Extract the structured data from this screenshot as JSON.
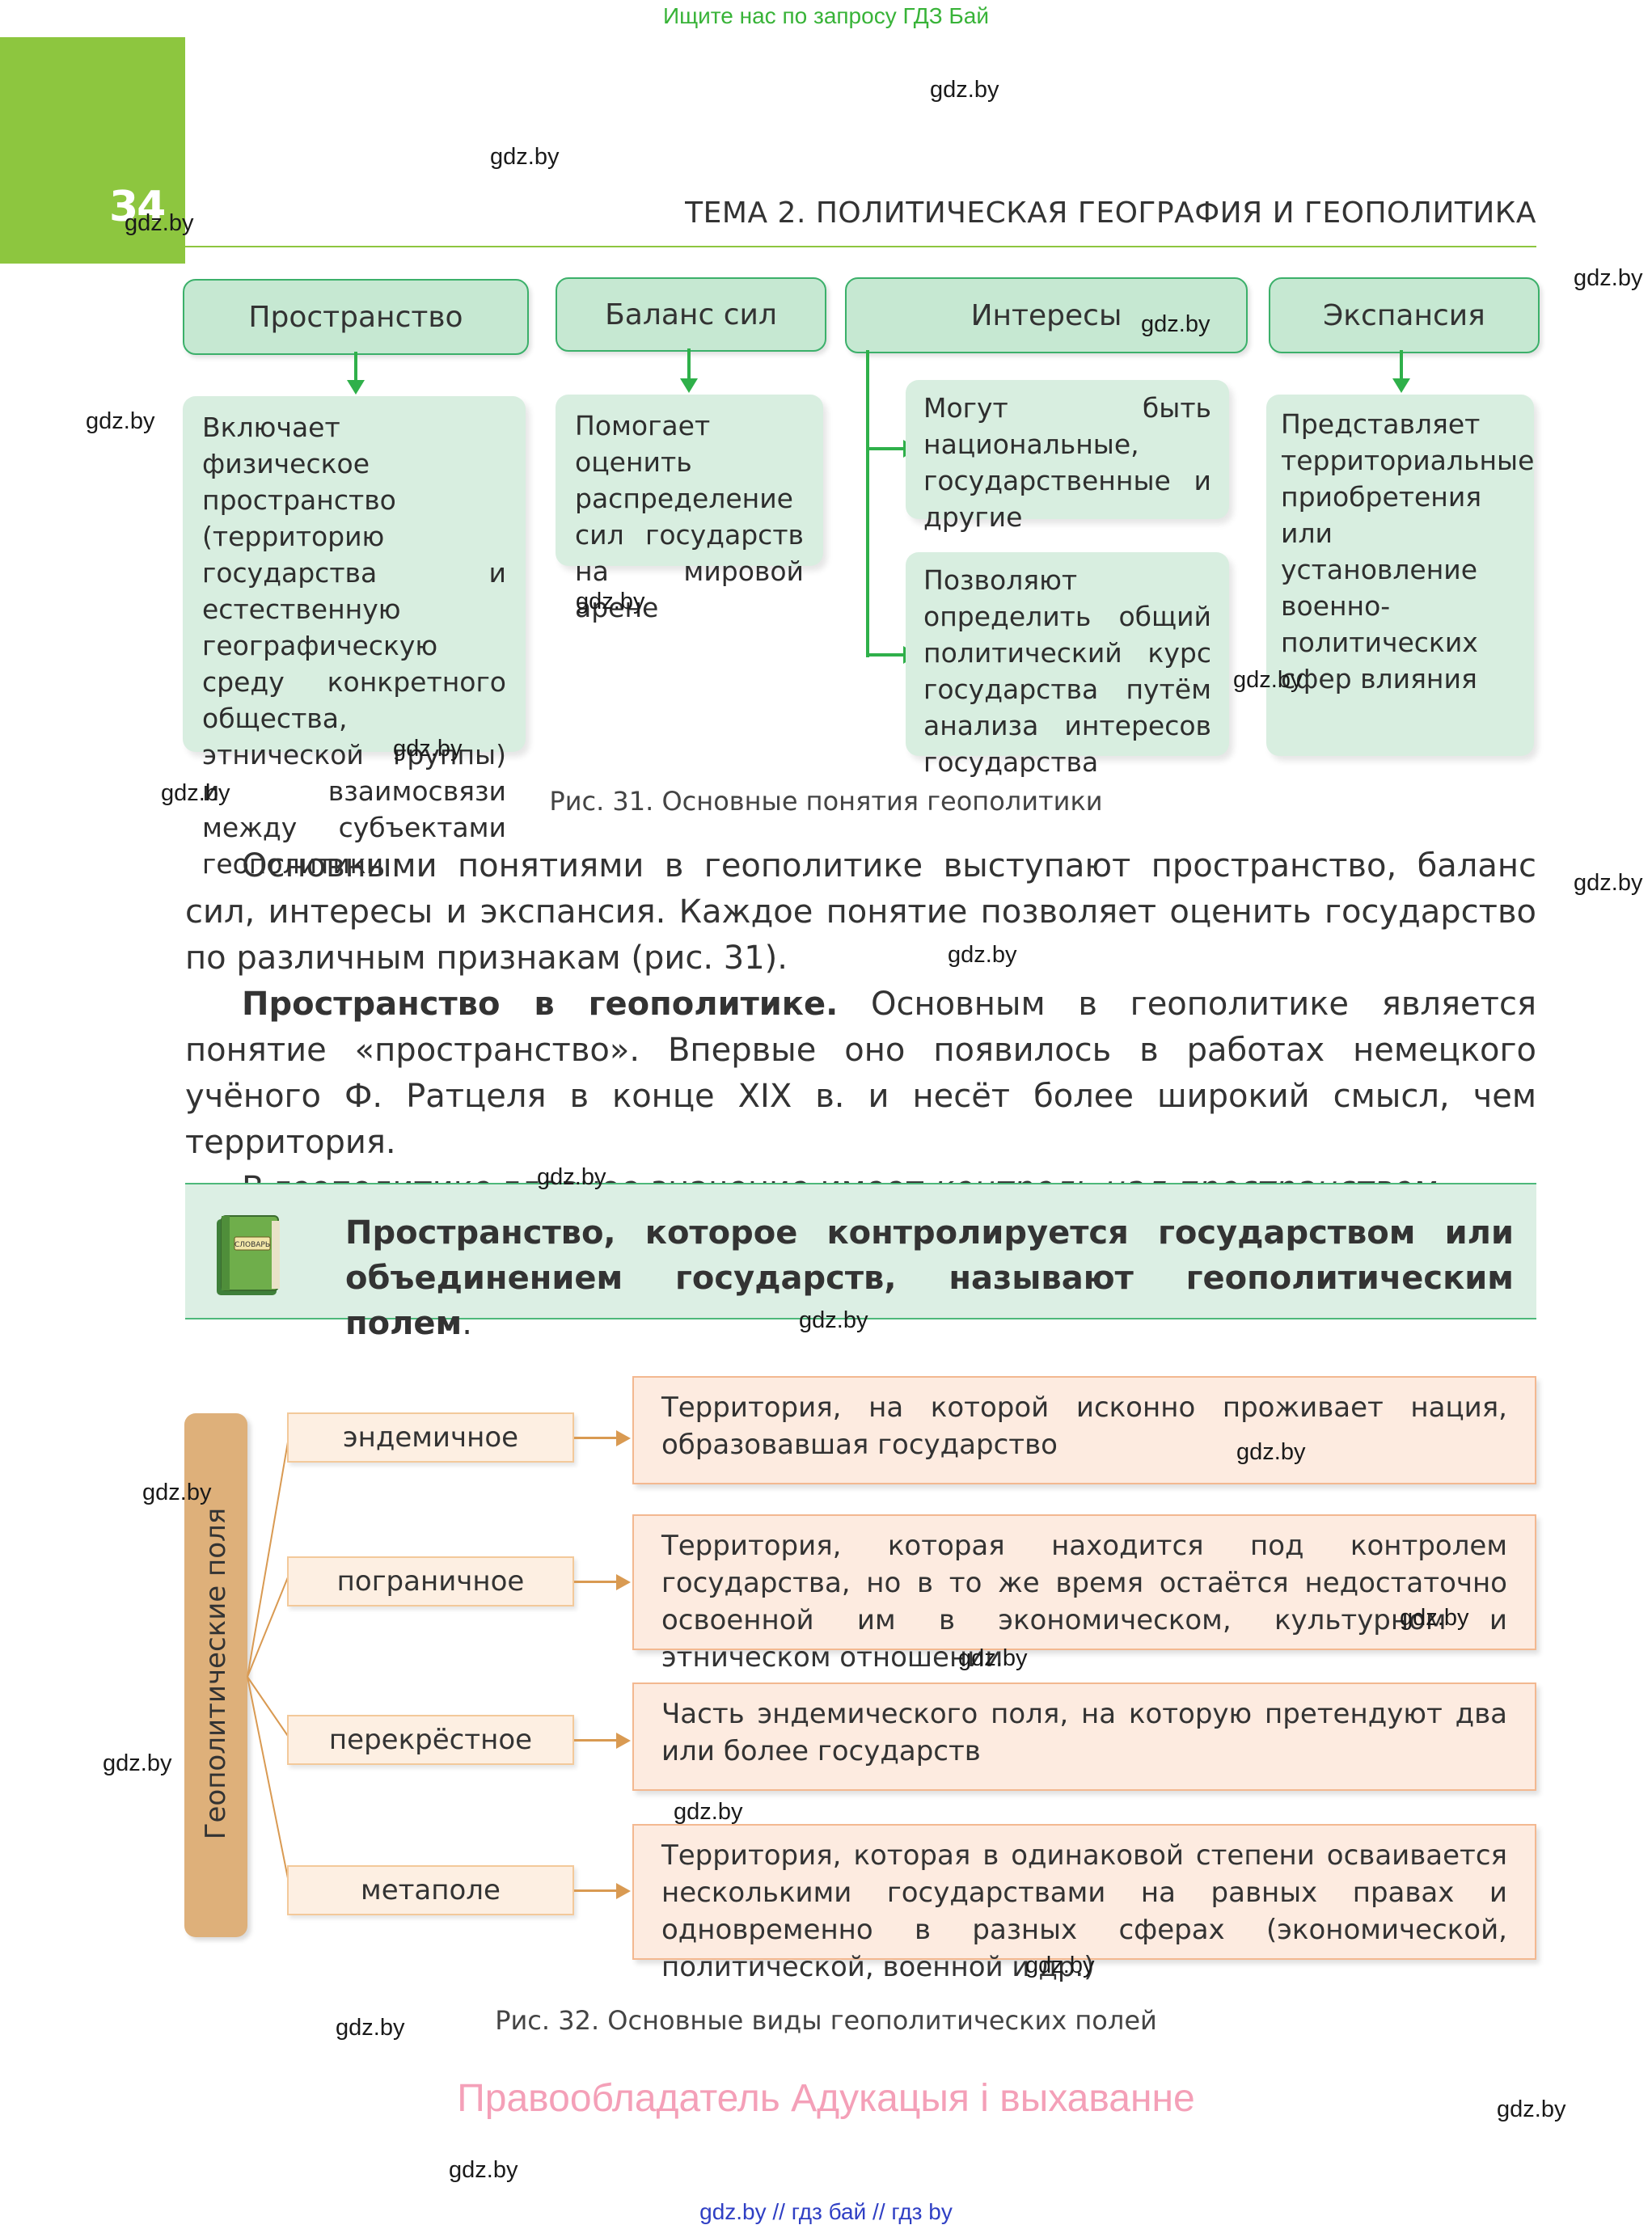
{
  "banner": "Ищите нас по запросу ГДЗ Бай",
  "page_number": "34",
  "topic_header": "ТЕМА 2. ПОЛИТИЧЕСКАЯ ГЕОГРАФИЯ И ГЕОПОЛИТИКА",
  "watermark": "gdz.by",
  "figure31": {
    "concepts": [
      {
        "title": "Пространство",
        "text": "Включает физическое пространство (территорию государства и естественную географическую среду конкретного общества, этнической группы) и взаимосвязи между субъектами геополитики"
      },
      {
        "title": "Баланс сил",
        "text": "Помогает оценить распределение сил государств на мировой арене"
      },
      {
        "title": "Интересы",
        "text_a": "Могут быть национальные, государственные и другие",
        "text_b": "Позволяют определить общий политический курс государства путём анализа интересов государства"
      },
      {
        "title": "Экспансия",
        "text": "Представляет территориальные приобретения или установление военно-политических сфер влияния"
      }
    ],
    "caption": "Рис. 31. Основные понятия геополитики"
  },
  "paragraphs": {
    "p1": "Основными понятиями в геополитике выступают пространство, баланс сил, интересы и экспансия. Каждое понятие позволяет оценить государство по различным признакам (рис. 31).",
    "p2_bold": "Пространство в геополитике.",
    "p2_rest": " Основным в геополитике является понятие «пространство». Впервые оно появилось в работах немецкого учёного Ф. Ратцеля в конце XIX в. и несёт более широкий смысл, чем территория.",
    "p3_start": "В геополитике главное значение имеет ",
    "p3_italic": "контроль над пространством",
    "p3_end": "."
  },
  "definition": {
    "book_label": "СЛОВАРЬ",
    "text": "Пространство, которое контролируется государством или объединением государств, называют геополитическим полем",
    "period": "."
  },
  "figure32": {
    "vertical_label": "Геополитические поля",
    "fields": [
      {
        "label": "эндемичное",
        "desc": "Территория, на которой исконно проживает нация, образовавшая государство"
      },
      {
        "label": "пограничное",
        "desc": "Территория, которая находится под контролем государства, но в то же время остаётся недостаточно освоенной им в экономическом, культурном и этническом отношении"
      },
      {
        "label": "перекрёстное",
        "desc": "Часть эндемического поля, на которую претендуют два или более государств"
      },
      {
        "label": "метаполе",
        "desc": "Территория, которая в одинаковой степени осваивается несколькими государствами на равных правах и одновременно в разных сферах (экономической, политической, военной и др.)"
      }
    ],
    "caption": "Рис. 32. Основные виды геополитических полей"
  },
  "copyright": "Правообладатель Адукацыя і выхаванне",
  "footer": "gdz.by // гдз бай // гдз by",
  "colors": {
    "accent_green": "#8dc63f",
    "box_green": "#d8eee0",
    "arrow_green": "#2fb04a",
    "orange": "#d99a52",
    "pink": "#f4a0b8"
  }
}
